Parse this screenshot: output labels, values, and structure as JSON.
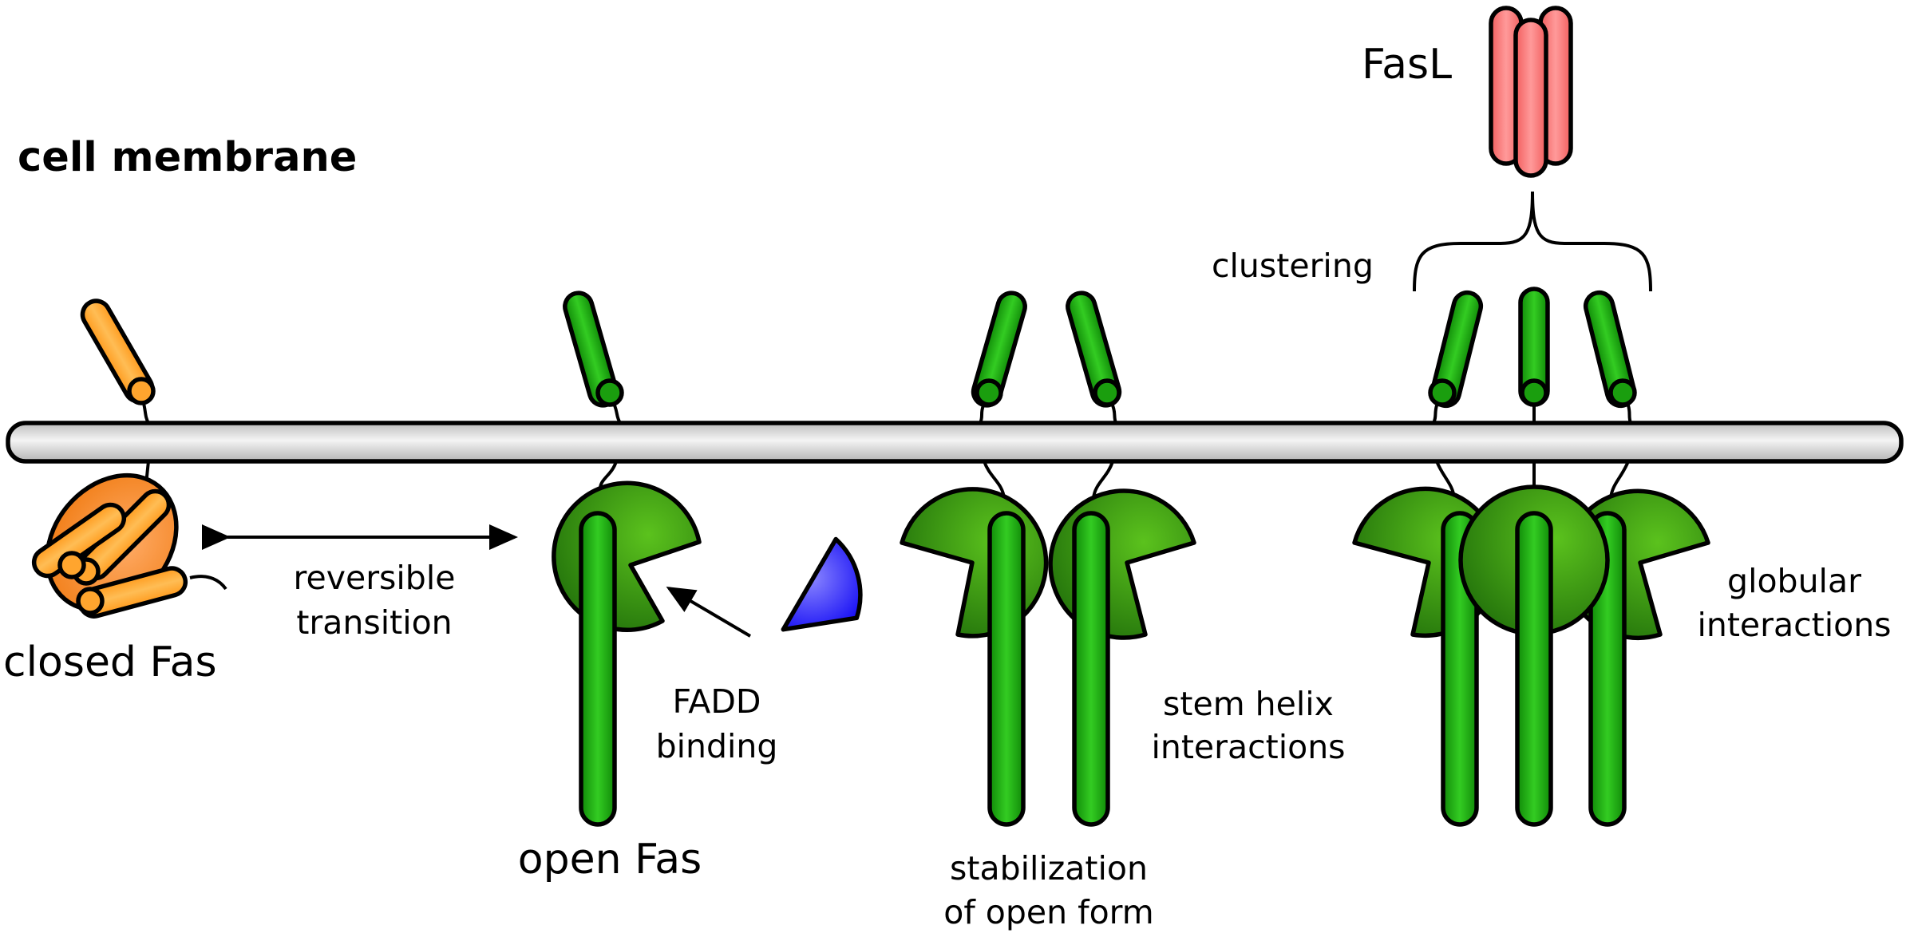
{
  "labels": {
    "title": "cell membrane",
    "fasl": "FasL",
    "clustering": "clustering",
    "closed_fas": "closed Fas",
    "reversible_1": "reversible",
    "reversible_2": "transition",
    "fadd_1": "FADD",
    "fadd_2": "binding",
    "open_fas": "open Fas",
    "stem_1": "stem helix",
    "stem_2": "interactions",
    "stab_1": "stabilization",
    "stab_2": "of open form",
    "glob_1": "globular",
    "glob_2": "interactions"
  },
  "colors": {
    "membrane": "#cccccc",
    "closed_fas_orange": "#ffa52e",
    "closed_fas_globule": "#f47a0e",
    "open_fas_green": "#1a9e0e",
    "globule_green": "#2f8a0f",
    "fadd_blue": "#2a1eff",
    "fasl_red": "#f76b6b"
  }
}
